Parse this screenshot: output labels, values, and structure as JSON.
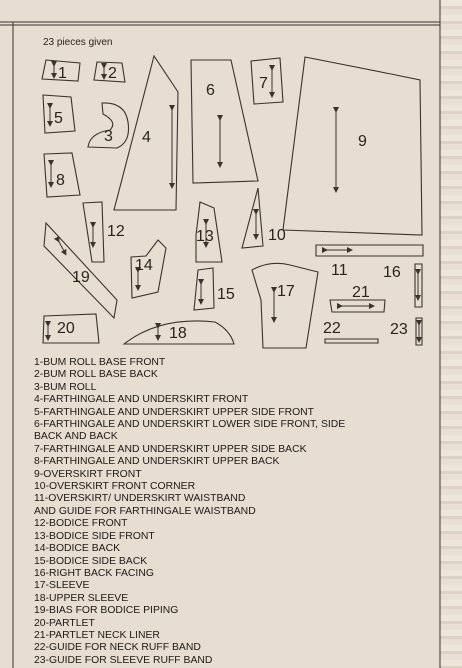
{
  "header": {
    "pieces_given": "23 pieces given"
  },
  "pieces": [
    {
      "id": 1,
      "label": "1"
    },
    {
      "id": 2,
      "label": "2"
    },
    {
      "id": 3,
      "label": "3"
    },
    {
      "id": 4,
      "label": "4"
    },
    {
      "id": 5,
      "label": "5"
    },
    {
      "id": 6,
      "label": "6"
    },
    {
      "id": 7,
      "label": "7"
    },
    {
      "id": 8,
      "label": "8"
    },
    {
      "id": 9,
      "label": "9"
    },
    {
      "id": 10,
      "label": "10"
    },
    {
      "id": 11,
      "label": "11"
    },
    {
      "id": 12,
      "label": "12"
    },
    {
      "id": 13,
      "label": "13"
    },
    {
      "id": 14,
      "label": "14"
    },
    {
      "id": 15,
      "label": "15"
    },
    {
      "id": 16,
      "label": "16"
    },
    {
      "id": 17,
      "label": "17"
    },
    {
      "id": 18,
      "label": "18"
    },
    {
      "id": 19,
      "label": "19"
    },
    {
      "id": 20,
      "label": "20"
    },
    {
      "id": 21,
      "label": "21"
    },
    {
      "id": 22,
      "label": "22"
    },
    {
      "id": 23,
      "label": "23"
    }
  ],
  "legend": [
    "1-BUM ROLL BASE FRONT",
    "2-BUM ROLL BASE BACK",
    "3-BUM ROLL",
    "4-FARTHINGALE AND UNDERSKIRT FRONT",
    "5-FARTHINGALE AND UNDERSKIRT UPPER SIDE FRONT",
    "6-FARTHINGALE AND UNDERSKIRT LOWER SIDE FRONT, SIDE\n   BACK AND BACK",
    "7-FARTHINGALE AND UNDERSKIRT UPPER SIDE BACK",
    "8-FARTHINGALE AND UNDERSKIRT UPPER BACK",
    "9-OVERSKIRT FRONT",
    "10-OVERSKIRT FRONT CORNER",
    "11-OVERSKIRT/ UNDERSKIRT WAISTBAND",
    "AND GUIDE FOR FARTHINGALE WAISTBAND",
    "12-BODICE FRONT",
    "13-BODICE SIDE FRONT",
    "14-BODICE BACK",
    "15-BODICE SIDE BACK",
    "16-RIGHT BACK FACING",
    "17-SLEEVE",
    "18-UPPER SLEEVE",
    "19-BIAS FOR BODICE PIPING",
    "20-PARTLET",
    "21-PARTLET NECK LINER",
    "22-GUIDE FOR NECK RUFF BAND",
    "23-GUIDE FOR SLEEVE RUFF BAND"
  ]
}
